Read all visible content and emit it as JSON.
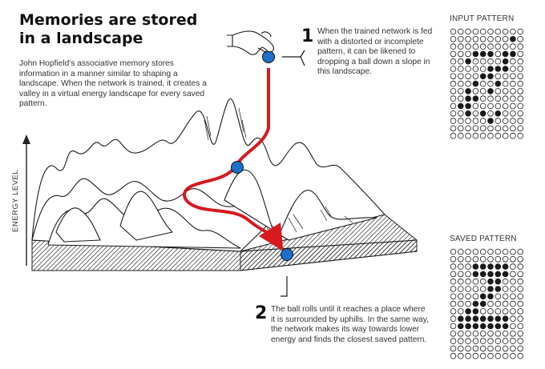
{
  "title_line1": "Memories are stored",
  "title_line2": "in a landscape",
  "intro": "John Hopfield’s associative memory stores information in a manner similar to shaping a landscape. When the network is trained, it creates a valley in a virtual energy landscape for every saved pattern.",
  "step1": {
    "number": "1",
    "text": "When the trained network is fed with a distorted or incomplete pattern, it can be likened to dropping a ball down a slope in this landscape."
  },
  "step2": {
    "number": "2",
    "text": "The ball rolls until it reaches a place where it is surrounded by uphills. In the same way, the network makes its way towards lower energy and finds the closest saved pattern."
  },
  "y_axis_label": "ENERGY LEVEL",
  "input_pattern": {
    "label": "INPUT PATTERN",
    "rows": [
      "0000000000",
      "0000000010",
      "0000000000",
      "0001110110",
      "0010000100",
      "0000011100",
      "0000110000",
      "0001001000",
      "0010010000",
      "0011000000",
      "0110000000",
      "0010101000",
      "0000010000",
      "0000000000",
      "0000000000"
    ]
  },
  "saved_pattern": {
    "label": "SAVED PATTERN",
    "rows": [
      "0000000000",
      "0000000000",
      "0001111100",
      "0001111100",
      "0000011000",
      "0000011000",
      "0000110000",
      "0001100000",
      "0011000000",
      "0111111100",
      "0111111100",
      "0000000000",
      "0000000000",
      "0000000000",
      "0000000000"
    ]
  },
  "colors": {
    "path": "#d71920",
    "ball": "#1d6fc9",
    "ink": "#1a1a1a"
  }
}
